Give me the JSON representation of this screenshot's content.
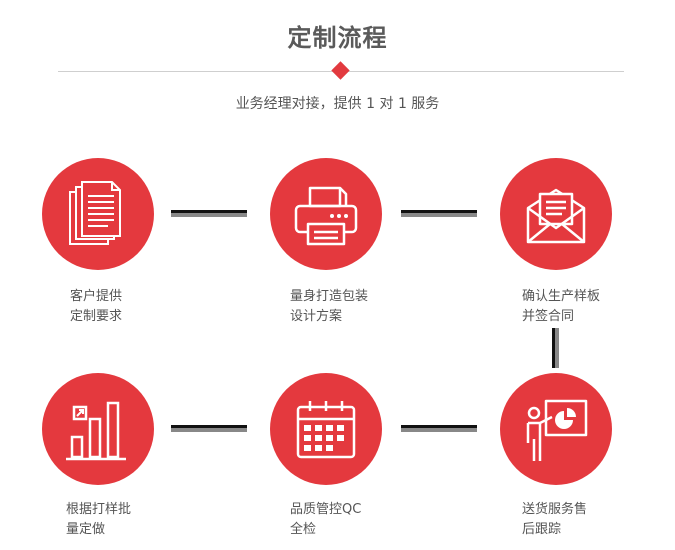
{
  "title": "定制流程",
  "subtitle": "业务经理对接，提供 1 对 1 服务",
  "steps": [
    {
      "icon": "documents-icon",
      "line1": "客户提供",
      "line2": "定制要求"
    },
    {
      "icon": "printer-icon",
      "line1": "量身打造包装",
      "line2": "设计方案"
    },
    {
      "icon": "envelope-icon",
      "line1": "确认生产样板",
      "line2": "并签合同"
    },
    {
      "icon": "bar-chart-icon",
      "line1": "根据打样批",
      "line2": "量定做"
    },
    {
      "icon": "calendar-icon",
      "line1": "品质管控QC",
      "line2": "全检"
    },
    {
      "icon": "presentation-icon",
      "line1": "送货服务售",
      "line2": "后跟踪"
    }
  ],
  "colors": {
    "accent": "#e4393e",
    "connector": "#111111"
  }
}
